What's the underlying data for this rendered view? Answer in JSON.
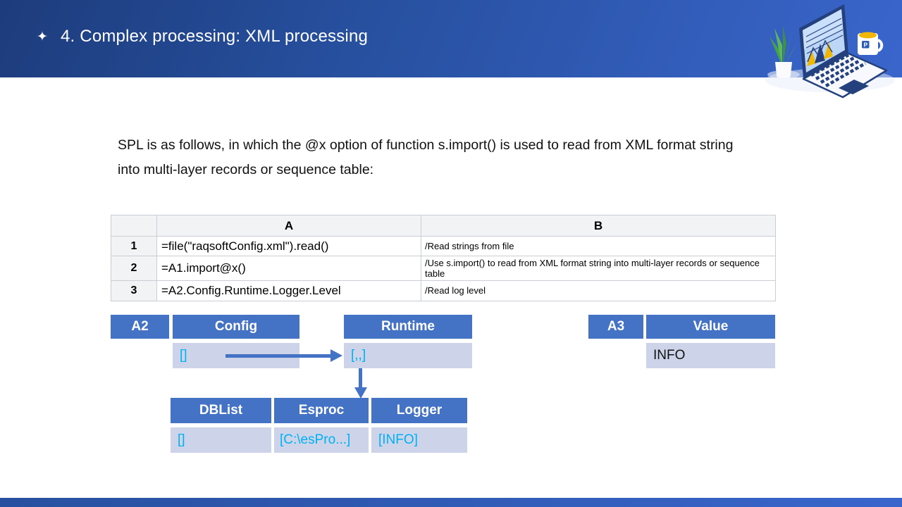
{
  "header": {
    "bullet": "✦",
    "title": "4. Complex processing: XML processing"
  },
  "intro": {
    "line1": "SPL is as follows, in which the @x option of function s.import() is used to read from XML format string",
    "line2": "into multi-layer records or sequence table:"
  },
  "spreadsheet": {
    "col_a": "A",
    "col_b": "B",
    "rows": [
      {
        "num": "1",
        "a": "=file(\"raqsoftConfig.xml\").read()",
        "b": "/Read strings from file"
      },
      {
        "num": "2",
        "a": "=A1.import@x()",
        "b": "/Use s.import() to read from XML format string into multi-layer records or sequence table"
      },
      {
        "num": "3",
        "a": "=A2.Config.Runtime.Logger.Level",
        "b": "/Read log level"
      }
    ]
  },
  "diagram": {
    "a2_label": "A2",
    "config_header": "Config",
    "config_value": "[]",
    "runtime_header": "Runtime",
    "runtime_value": "[,,]",
    "a3_label": "A3",
    "value_header": "Value",
    "value_value": "INFO",
    "sub_headers": [
      "DBList",
      "Esproc",
      "Logger"
    ],
    "sub_values": [
      "[]",
      "[C:\\esPro...]",
      "[INFO]"
    ]
  },
  "icons": {
    "bullet": "four-pointed-star",
    "illustration": "laptop-with-chart-plant-and-mug"
  },
  "colors": {
    "header_gradient_start": "#1d3c7c",
    "header_gradient_end": "#3a66cc",
    "box_blue": "#4472c4",
    "cell_lavender": "#cdd4ea",
    "value_cyan": "#00b0f0",
    "table_header_gray": "#f2f3f5"
  }
}
